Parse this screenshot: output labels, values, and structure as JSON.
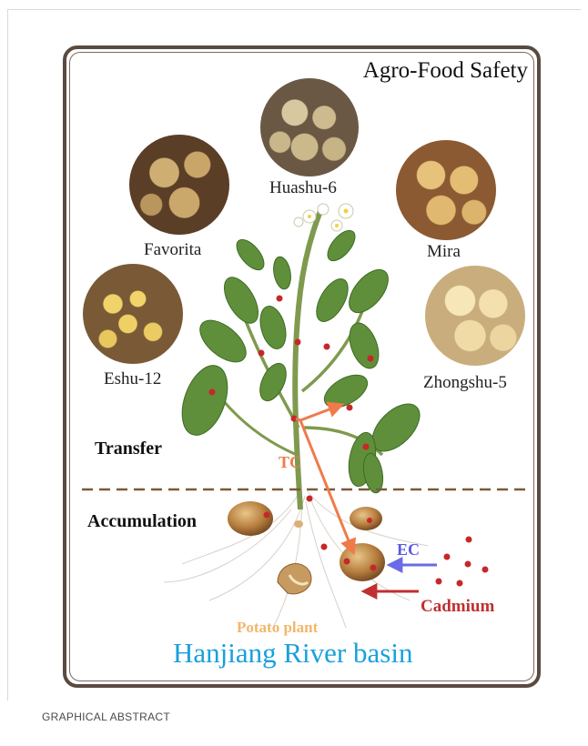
{
  "title": "Agro-Food Safety",
  "varieties": [
    {
      "name": "Huashu-6"
    },
    {
      "name": "Favorita"
    },
    {
      "name": "Mira"
    },
    {
      "name": "Eshu-12"
    },
    {
      "name": "Zhongshu-5"
    }
  ],
  "stages": {
    "transfer": "Transfer",
    "accumulation": "Accumulation"
  },
  "process": {
    "tc": "TC",
    "ec": "EC",
    "cadmium": "Cadmium",
    "plant": "Potato plant"
  },
  "region": "Hanjiang River basin",
  "caption": "GRAPHICAL ABSTRACT",
  "colors": {
    "frame": "#5a4a40",
    "tc_arrow": "#f07a4a",
    "ec_arrow": "#5a5ae0",
    "cadmium": "#c03030",
    "cadmium_dot": "#c62828",
    "basin_text": "#1aa0dc",
    "plant_label": "#f2b66a",
    "divider": "#7a5a3a"
  }
}
